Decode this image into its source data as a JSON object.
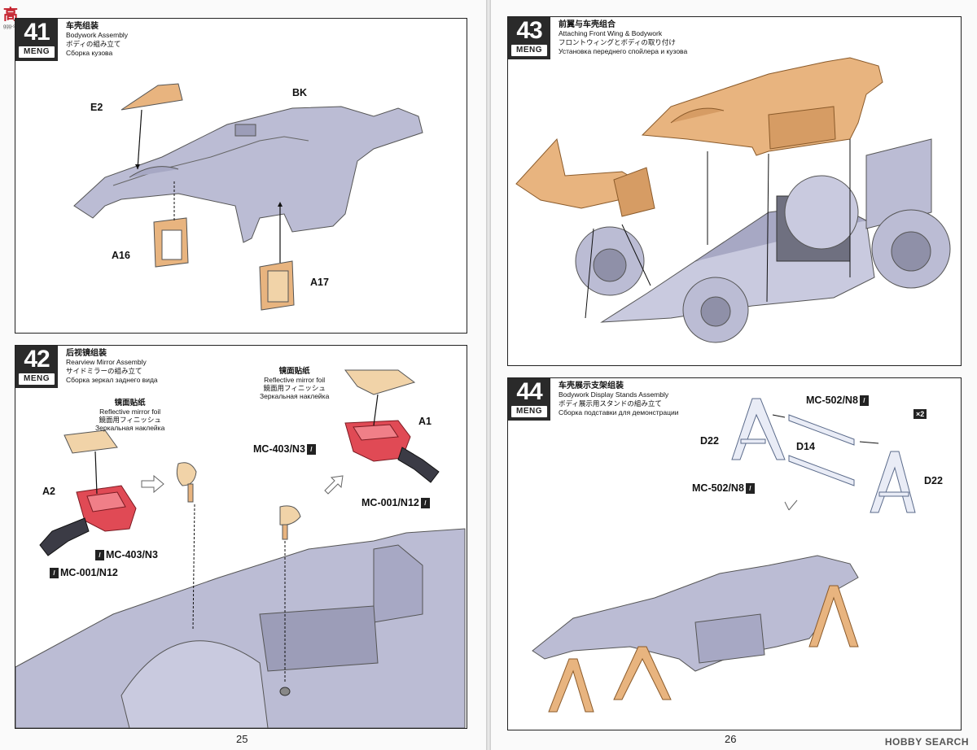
{
  "watermark": {
    "logo": "高",
    "sub": "ggg-sonic.com"
  },
  "footer": {
    "left_page": "25",
    "right_page": "26",
    "hobbysearch": "HOBBY SEARCH"
  },
  "brand": "MENG",
  "steps": [
    {
      "number": "41",
      "zh": "车壳组装",
      "en": "Bodywork Assembly",
      "ja": "ボディの組み立て",
      "ru": "Сборка кузова"
    },
    {
      "number": "42",
      "zh": "后视镜组装",
      "en": "Rearview Mirror Assembly",
      "ja": "サイドミラーの組み立て",
      "ru": "Сборка зеркал заднего вида"
    },
    {
      "number": "43",
      "zh": "前翼与车壳组合",
      "en": "Attaching Front Wing & Bodywork",
      "ja": "フロントウィングとボディの取り付け",
      "ru": "Установка переднего спойлера и кузова"
    },
    {
      "number": "44",
      "zh": "车壳展示支架组装",
      "en": "Bodywork Display Stands Assembly",
      "ja": "ボディ展示用スタンドの組み立て",
      "ru": "Сборка подставки для демонстрации"
    }
  ],
  "step41_labels": {
    "e2": "E2",
    "bk": "BK",
    "a16": "A16",
    "a17": "A17"
  },
  "step42_labels": {
    "foil_zh": "镜面贴纸",
    "foil_en": "Reflective mirror foil",
    "foil_ja": "鏡面用フィニッシュ",
    "foil_ru": "Зеркальная наклейка",
    "a1": "A1",
    "a2": "A2",
    "paint_red": "MC-403/N3",
    "paint_black": "MC-001/N12"
  },
  "step44_labels": {
    "paint_silver": "MC-502/N8",
    "d22": "D22",
    "d14": "D14",
    "qty": "×2"
  }
}
